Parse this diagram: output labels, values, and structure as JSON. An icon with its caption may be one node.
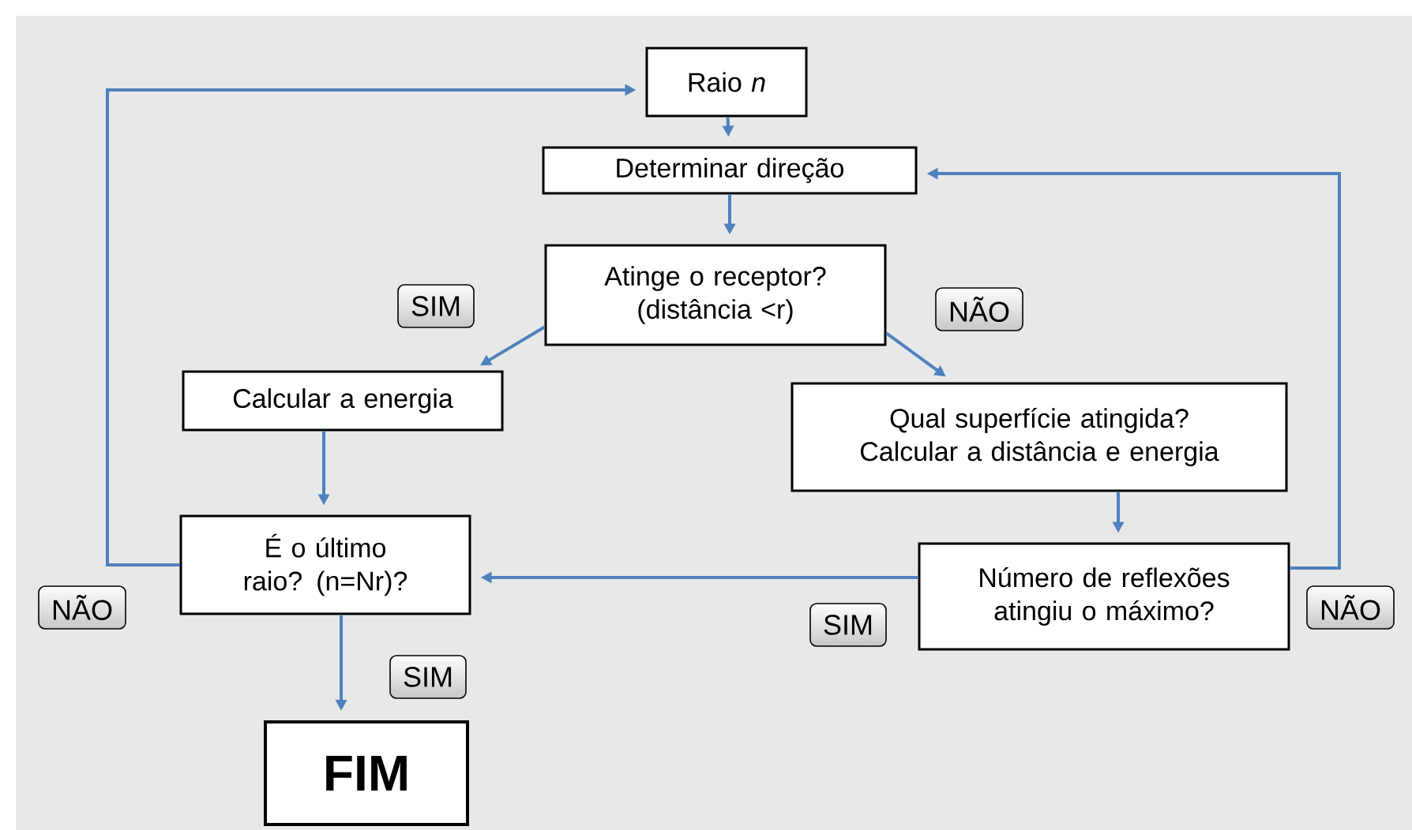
{
  "diagram": {
    "nodes": [
      {
        "text": [
          "Raio *n*"
        ]
      },
      {
        "text": [
          "Determinar direção"
        ]
      },
      {
        "text": [
          "Atinge o receptor? (distância <r)"
        ]
      },
      {
        "text": [
          "Calcular a energia"
        ]
      },
      {
        "text": [
          "Qual superfície atingida? Calcular a distância e energia"
        ]
      },
      {
        "text": [
          "É o último raio? (n=Nr)?"
        ]
      },
      {
        "text": [
          "Número de reflexões atingiu o máximo?"
        ]
      },
      {
        "text": [
          "FIM"
        ]
      }
    ],
    "edges": [
      {
        "from": 0,
        "to": 1,
        "arrow": "to"
      },
      {
        "from": 1,
        "to": 2,
        "arrow": "to"
      },
      {
        "from": 2,
        "to": 3,
        "arrow": "to",
        "label": "SIM"
      },
      {
        "from": 2,
        "to": 4,
        "arrow": "to",
        "label": "NÃO"
      },
      {
        "from": 3,
        "to": 5,
        "arrow": "to"
      },
      {
        "from": 4,
        "to": 6,
        "arrow": "to"
      },
      {
        "from": 6,
        "to": 5,
        "arrow": "to",
        "label": "SIM"
      },
      {
        "from": 5,
        "to": 7,
        "arrow": "to",
        "label": "SIM"
      },
      {
        "from": 5,
        "to": 0,
        "arrow": "to",
        "label": "NÃO"
      },
      {
        "from": 6,
        "to": 1,
        "arrow": "to",
        "label": "NÃO"
      }
    ]
  }
}
